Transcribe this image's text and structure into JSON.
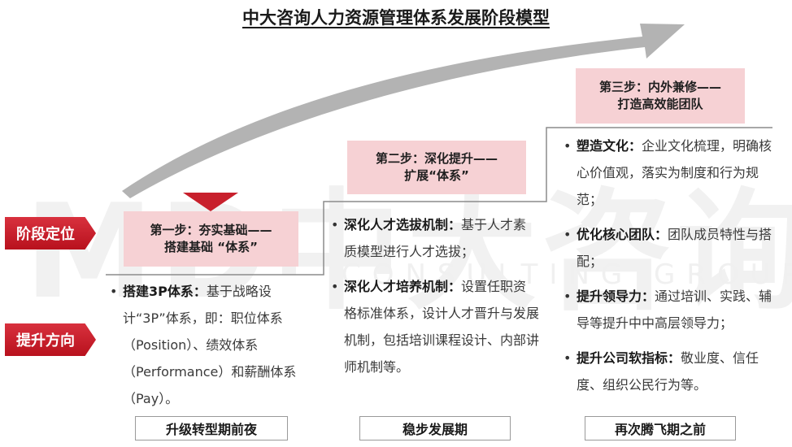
{
  "title": "中大咨询人力资源管理体系发展阶段模型",
  "watermark": {
    "letters": "MD中大咨询",
    "sub": "CONSULTING GROUP"
  },
  "labels": {
    "stage_position": "阶段定位",
    "direction": "提升方向"
  },
  "steps": [
    {
      "line1": "第一步：夯实基础——",
      "line2": "搭建基础 “体系”"
    },
    {
      "line1": "第二步：深化提升——",
      "line2": "扩展“体系”"
    },
    {
      "line1": "第三步：内外兼修——",
      "line2": "打造高效能团队"
    }
  ],
  "columns": [
    {
      "items": [
        {
          "head": "搭建3P体系：",
          "text": "基于战略设计“3P”体系，即：职位体系（Position）、绩效体系（Performance）和薪酬体系（Pay）。"
        }
      ]
    },
    {
      "items": [
        {
          "head": "深化人才选拔机制：",
          "text": "基于人才素质模型进行人才选拔；"
        },
        {
          "head": "深化人才培养机制：",
          "text": "设置任职资格标准体系，设计人才晋升与发展机制，包括培训课程设计、内部讲师机制等。"
        }
      ]
    },
    {
      "items": [
        {
          "head": "塑造文化：",
          "text": "企业文化梳理，明确核心价值观，落实为制度和行为规范；"
        },
        {
          "head": "优化核心团队：",
          "text": "团队成员特性与搭配；"
        },
        {
          "head": "提升领导力：",
          "text": "通过培训、实践、辅导等提升中中高层领导力；"
        },
        {
          "head": "提升公司软指标：",
          "text": "敬业度、信任度、组织公民行为等。"
        }
      ]
    }
  ],
  "phases": [
    "升级转型期前夜",
    "稳步发展期",
    "再次腾飞期之前"
  ],
  "colors": {
    "accent_red": "#c8202c",
    "step_fill": "#f6d1d4",
    "arrow_gray": "#b3b3b3",
    "line_gray": "#8c8c8c"
  }
}
